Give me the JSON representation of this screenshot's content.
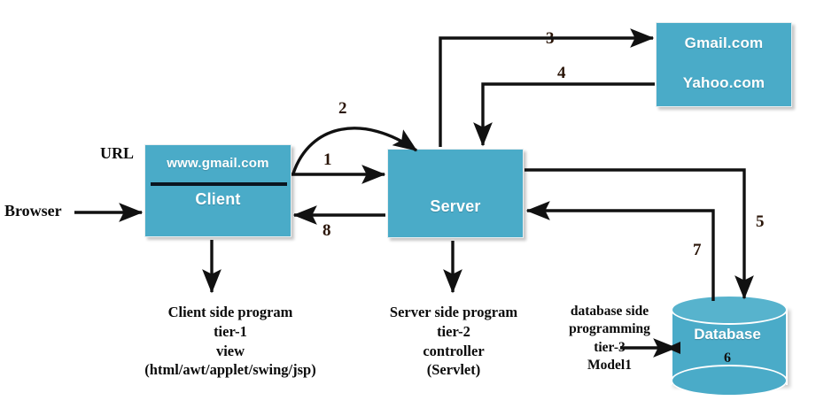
{
  "diagram": {
    "title": "Web application three-tier architecture flow",
    "accent_color": "#4aabc8",
    "line_color": "#111111",
    "label_color": "#ffffff"
  },
  "nodes": {
    "client": {
      "url_label": "URL",
      "url_value": "www.gmail.com",
      "name": "Client"
    },
    "server": {
      "name": "Server"
    },
    "mail": {
      "gmail": "Gmail.com",
      "yahoo": "Yahoo.com"
    },
    "database": {
      "name": "Database",
      "step": "6"
    }
  },
  "labels": {
    "browser": "Browser"
  },
  "steps": {
    "s1": "1",
    "s2": "2",
    "s3": "3",
    "s4": "4",
    "s5": "5",
    "s7": "7",
    "s8": "8"
  },
  "notes": {
    "client_side": {
      "line1": "Client side program",
      "line2": "tier-1",
      "line3": "view",
      "line4": "(html/awt/applet/swing/jsp)"
    },
    "server_side": {
      "line1": "Server side program",
      "line2": "tier-2",
      "line3": "controller",
      "line4": "(Servlet)"
    },
    "database_side": {
      "line1": "database side",
      "line2": "programming",
      "line3": "tier-3",
      "line4": "Model1"
    }
  }
}
